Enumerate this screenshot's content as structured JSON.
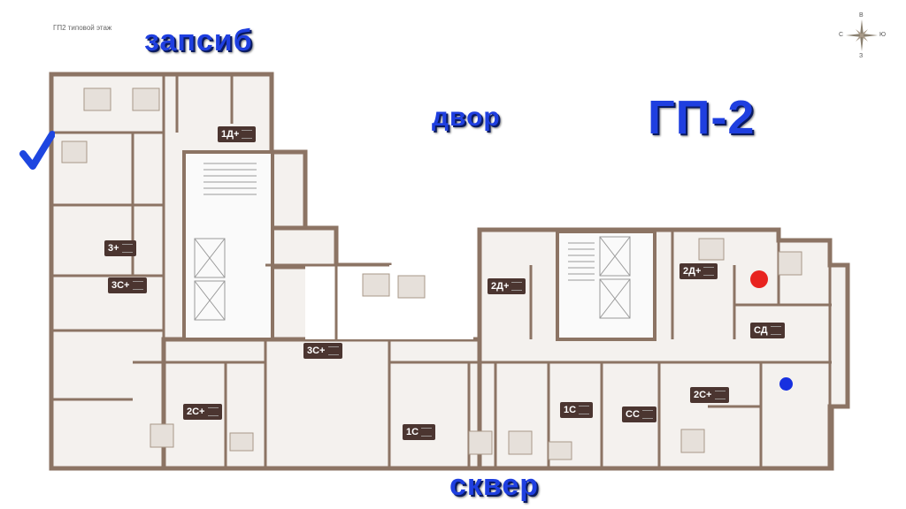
{
  "header": {
    "subtitle": "ГП2 типовой этаж"
  },
  "annotations": {
    "top": "запсиб",
    "courtyard": "двор",
    "building": "ГП-2",
    "bottom": "сквер"
  },
  "compass": {
    "north": "В",
    "west": "С",
    "east": "Ю",
    "south": "З"
  },
  "apartments": [
    {
      "type": "1Д+"
    },
    {
      "type": "3+"
    },
    {
      "type": "3С+"
    },
    {
      "type": "3С+"
    },
    {
      "type": "2Д+"
    },
    {
      "type": "2Д+"
    },
    {
      "type": "СД"
    },
    {
      "type": "2С+"
    },
    {
      "type": "1С"
    },
    {
      "type": "1С"
    },
    {
      "type": "СС"
    },
    {
      "type": "2С+"
    }
  ],
  "markers": {
    "check_color": "#1e46e0",
    "red_dot": "#e8231f",
    "blue_dot": "#1730e0"
  },
  "colors": {
    "wall": "#8c7464",
    "floor": "#f4f1ee",
    "badge": "#4b3530"
  }
}
